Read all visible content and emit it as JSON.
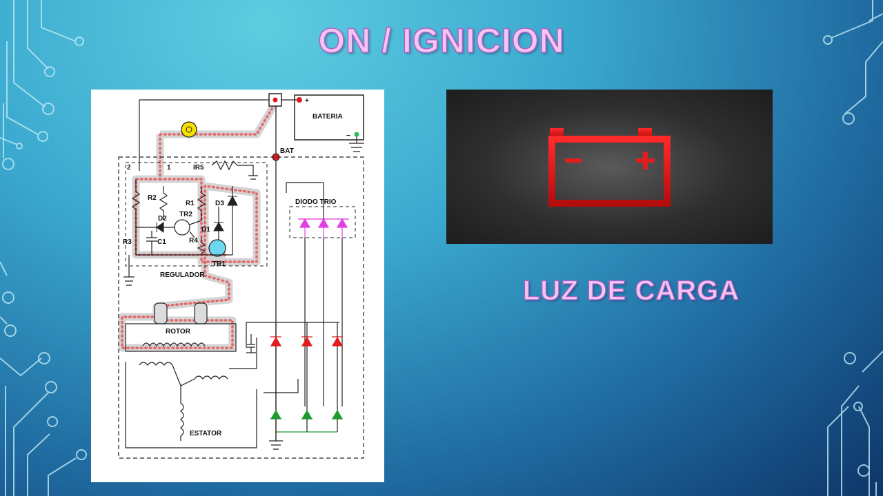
{
  "slide": {
    "title": "ON / IGNICION",
    "caption": "LUZ DE CARGA"
  },
  "diagram": {
    "labels": {
      "battery": "BATERIA",
      "battery_plus": "+",
      "battery_minus": "−",
      "bat": "BAT",
      "terminal_2": "2",
      "terminal_1": "1",
      "ir5": "IR5",
      "r2": "R2",
      "r1": "R1",
      "d3": "D3",
      "d2": "D2",
      "tr2": "TR2",
      "d1": "D1",
      "r3": "R3",
      "c1": "C1",
      "r4": "R4",
      "tr1": "TR1",
      "regulator": "REGULADOR",
      "diode_trio": "DIODO  TRIO",
      "rotor": "ROTOR",
      "stator": "ESTATOR"
    }
  },
  "colors": {
    "title_fill": "#f3c6f2",
    "title_outline": "#b060c8",
    "warning_red": "#e11d1d",
    "positive_diode": "#e51c1c",
    "negative_diode": "#1e9a2e",
    "trio_diode": "#e040e0",
    "lamp_yellow": "#f6e000",
    "transistor_cyan": "#6fd6ef"
  },
  "icons": [
    "battery-warning-icon",
    "circuit-decoration-icon"
  ]
}
